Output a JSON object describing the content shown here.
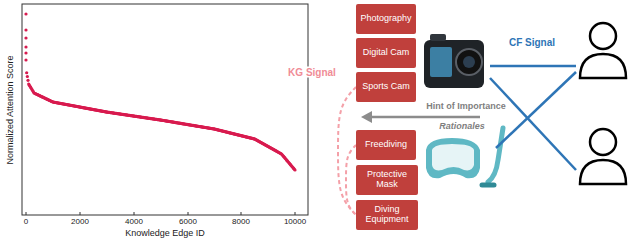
{
  "diagram": {
    "nodes": [
      {
        "text": [
          "Photography"
        ]
      },
      {
        "text": [
          "Digital Cam"
        ]
      },
      {
        "text": [
          "Sports Cam"
        ]
      },
      {
        "text": [
          "Freediving"
        ]
      },
      {
        "text": [
          "Protective Mask"
        ]
      },
      {
        "text": [
          "Diving Equipment"
        ]
      }
    ],
    "edges": [
      {
        "from": 2,
        "to": 5,
        "arrow": "none"
      },
      {
        "from": 3,
        "to": 5,
        "arrow": "none"
      }
    ],
    "labels": [
      "Normalized Attention Score",
      "Knowledge Edge ID",
      "0",
      "2000",
      "4000",
      "6000",
      "8000",
      "10000",
      "CF Signal",
      "KG Signal",
      "Hint of Importance",
      "Rationales"
    ]
  }
}
